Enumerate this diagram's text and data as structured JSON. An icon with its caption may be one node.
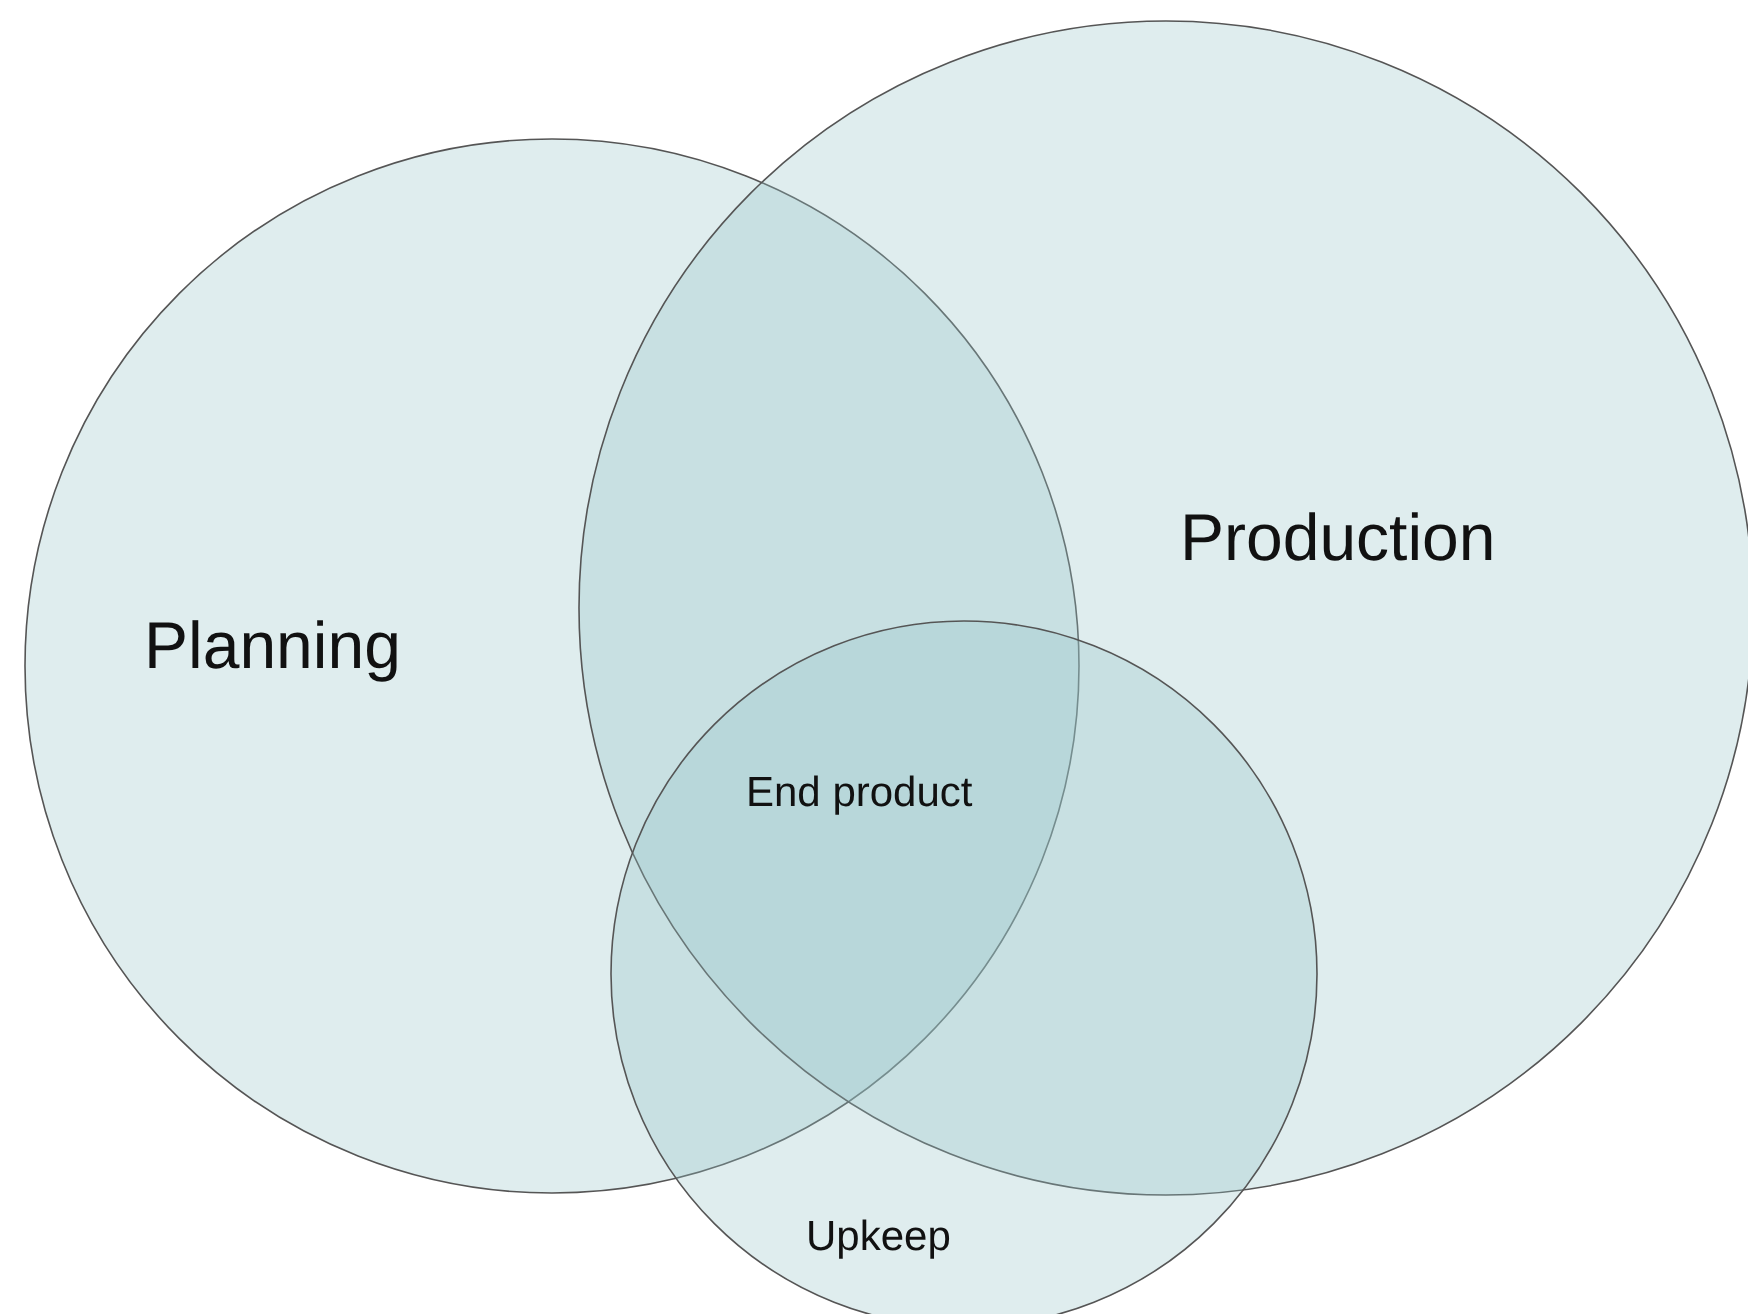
{
  "diagram": {
    "nodes": [
      {
        "text": [
          "Planning"
        ]
      },
      {
        "text": [
          "Production"
        ]
      },
      {
        "text": [
          "Upkeep"
        ]
      }
    ],
    "labels": [
      "End product"
    ]
  }
}
